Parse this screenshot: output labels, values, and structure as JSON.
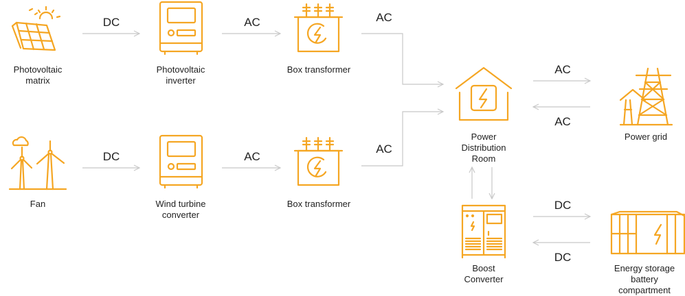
{
  "colors": {
    "accent": "#f5a623",
    "arrow": "#c8c8c8",
    "text": "#222222"
  },
  "nodes": {
    "pv_matrix": {
      "icon": "solar-panel-icon",
      "lines": [
        "Photovoltaic",
        "matrix"
      ]
    },
    "pv_inverter": {
      "icon": "inverter-icon",
      "lines": [
        "Photovoltaic",
        "inverter"
      ]
    },
    "box_tx_1": {
      "icon": "transformer-icon",
      "lines": [
        "Box transformer"
      ]
    },
    "fan": {
      "icon": "wind-turbine-icon",
      "lines": [
        "Fan"
      ]
    },
    "wind_conv": {
      "icon": "inverter-icon",
      "lines": [
        "Wind turbine",
        "converter"
      ]
    },
    "box_tx_2": {
      "icon": "transformer-icon",
      "lines": [
        "Box transformer"
      ]
    },
    "pdr": {
      "icon": "power-house-icon",
      "lines": [
        "Power",
        "Distribution",
        "Room"
      ]
    },
    "grid": {
      "icon": "power-tower-icon",
      "lines": [
        "Power grid"
      ]
    },
    "boost": {
      "icon": "cabinet-icon",
      "lines": [
        "Boost",
        "Converter"
      ]
    },
    "battery": {
      "icon": "battery-container-icon",
      "lines": [
        "Energy storage",
        "battery",
        "compartment"
      ]
    }
  },
  "edges": {
    "pv_to_inverter": "DC",
    "inverter_to_tx1": "AC",
    "tx1_to_pdr": "AC",
    "fan_to_conv": "DC",
    "conv_to_tx2": "AC",
    "tx2_to_pdr": "AC",
    "pdr_to_grid": "AC",
    "grid_to_pdr": "AC",
    "boost_to_battery": "DC",
    "battery_to_boost": "DC"
  }
}
